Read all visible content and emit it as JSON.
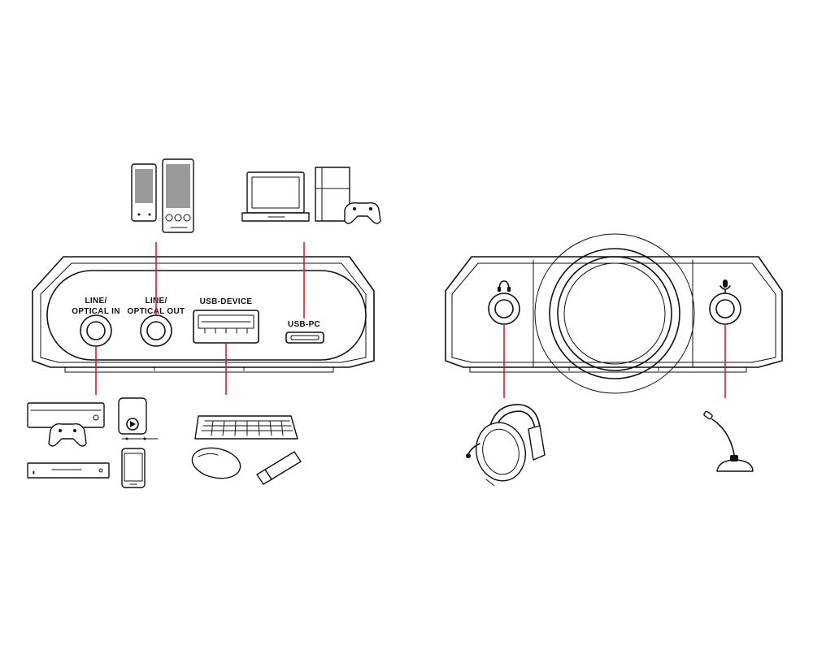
{
  "rear_panel": {
    "ports": {
      "line_optical_in": [
        "LINE/",
        "OPTICAL IN"
      ],
      "line_optical_out": [
        "LINE/",
        "OPTICAL OUT"
      ],
      "usb_device": "USB-DEVICE",
      "usb_pc": "USB-PC"
    }
  },
  "front_panel": {
    "ports": {
      "headphone": "headphone-icon",
      "microphone": "microphone-icon"
    }
  },
  "devices": {
    "speakers": "speakers",
    "laptop": "laptop",
    "console_with_gamepad": "console-with-gamepad",
    "game_console": "game-console",
    "media_player": "media-player",
    "smartphone": "smartphone",
    "blu_ray_player": "blu-ray-player",
    "keyboard": "keyboard",
    "mouse": "mouse",
    "usb_stick": "usb-stick",
    "headset": "headset",
    "desk_microphone": "desk-microphone"
  },
  "colors": {
    "connector_line": "#d3202c",
    "outline": "#111111",
    "background": "#ffffff"
  }
}
